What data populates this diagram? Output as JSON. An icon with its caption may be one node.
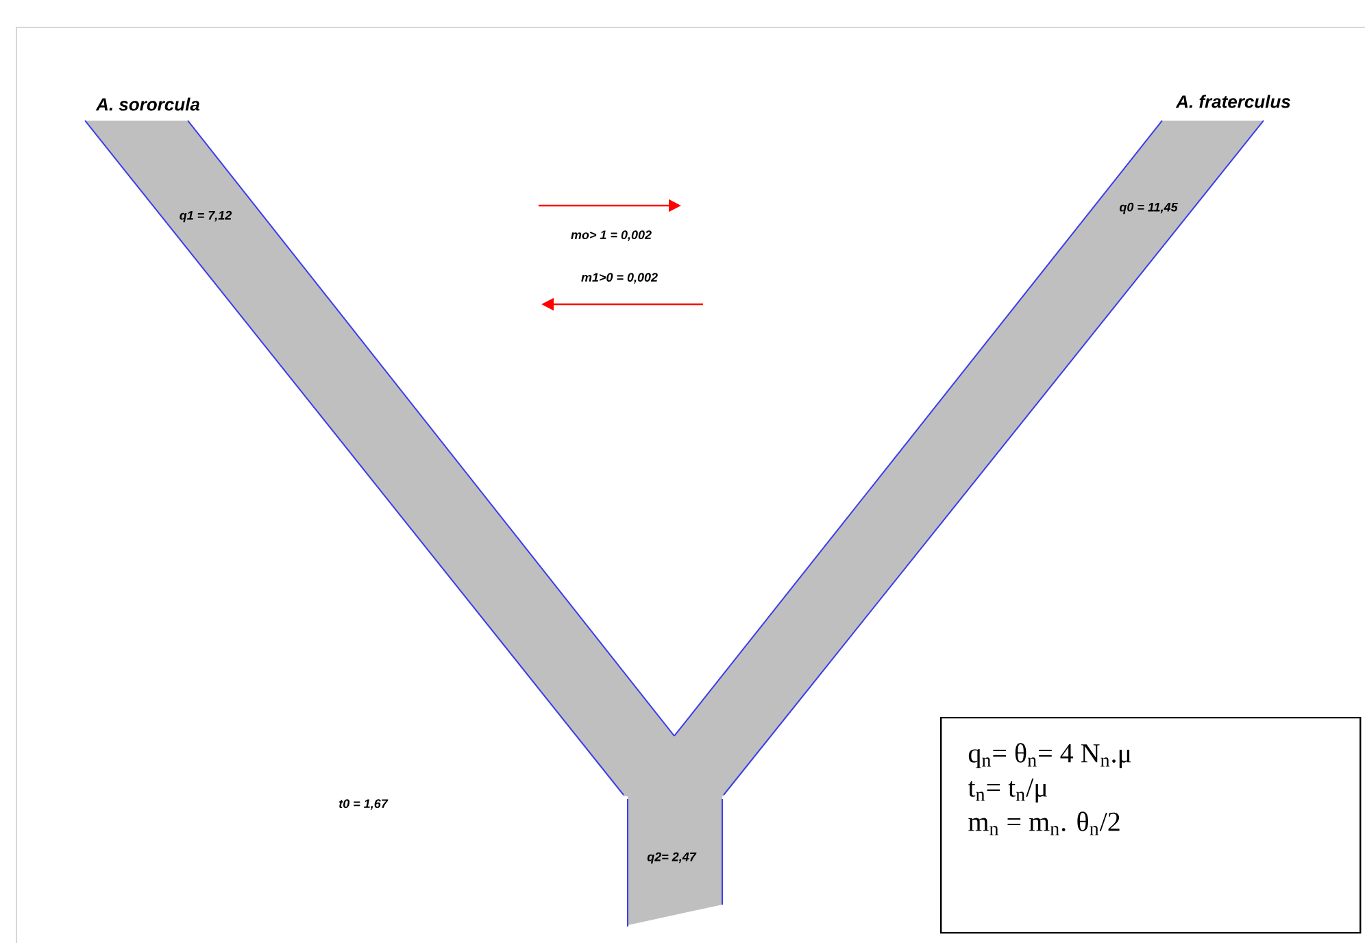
{
  "diagram": {
    "nodes": [
      {
        "text": [
          "A. sororcula",
          "q1 = 7,12"
        ]
      },
      {
        "text": [
          "A. fraterculus",
          "q0 = 11,45"
        ]
      },
      {
        "text": [
          "q2= 2,47"
        ]
      },
      {
        "text": [
          "q$_{n}$= θ$_{n}$= 4 N$_{n}$.μ",
          "t$_{n}$= t$_{n}$/μ",
          "m$_{n}$ = m$_{n}$. θ$_{n}$/2"
        ]
      }
    ],
    "labels": [
      "mo> 1 = 0,002",
      "m1>0  = 0,002",
      "t0 = 1,67"
    ]
  }
}
